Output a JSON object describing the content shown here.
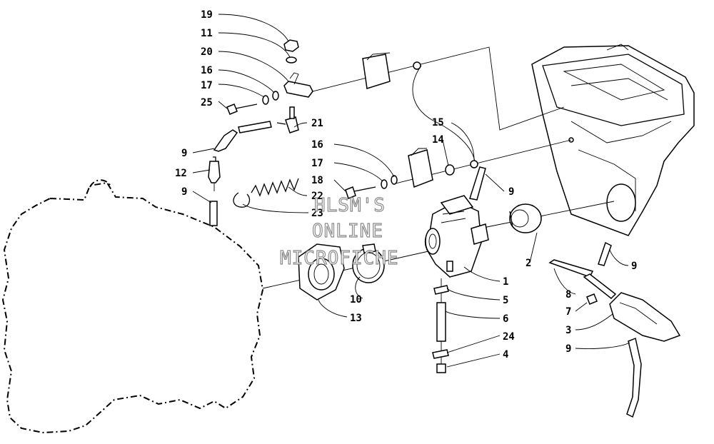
{
  "callouts": [
    {
      "id": "c19a",
      "label": "19"
    },
    {
      "id": "c11",
      "label": "11"
    },
    {
      "id": "c20",
      "label": "20"
    },
    {
      "id": "c16a",
      "label": "16"
    },
    {
      "id": "c17a",
      "label": "17"
    },
    {
      "id": "c25",
      "label": "25"
    },
    {
      "id": "c21",
      "label": "21"
    },
    {
      "id": "c9a",
      "label": "9"
    },
    {
      "id": "c12",
      "label": "12"
    },
    {
      "id": "c9b",
      "label": "9"
    },
    {
      "id": "c15",
      "label": "15"
    },
    {
      "id": "c14",
      "label": "14"
    },
    {
      "id": "c16b",
      "label": "16"
    },
    {
      "id": "c17b",
      "label": "17"
    },
    {
      "id": "c18",
      "label": "18"
    },
    {
      "id": "c22",
      "label": "22"
    },
    {
      "id": "c23",
      "label": "23"
    },
    {
      "id": "c9c",
      "label": "9"
    },
    {
      "id": "c2",
      "label": "2"
    },
    {
      "id": "c1",
      "label": "1"
    },
    {
      "id": "c5",
      "label": "5"
    },
    {
      "id": "c6",
      "label": "6"
    },
    {
      "id": "c24",
      "label": "24"
    },
    {
      "id": "c4",
      "label": "4"
    },
    {
      "id": "c10",
      "label": "10"
    },
    {
      "id": "c13",
      "label": "13"
    },
    {
      "id": "c9d",
      "label": "9"
    },
    {
      "id": "c8",
      "label": "8"
    },
    {
      "id": "c7",
      "label": "7"
    },
    {
      "id": "c3",
      "label": "3"
    },
    {
      "id": "c9e",
      "label": "9"
    }
  ],
  "watermark": {
    "line1": "HLSM'S",
    "line2": "ONLINE",
    "line3": "MICROFICHE"
  }
}
